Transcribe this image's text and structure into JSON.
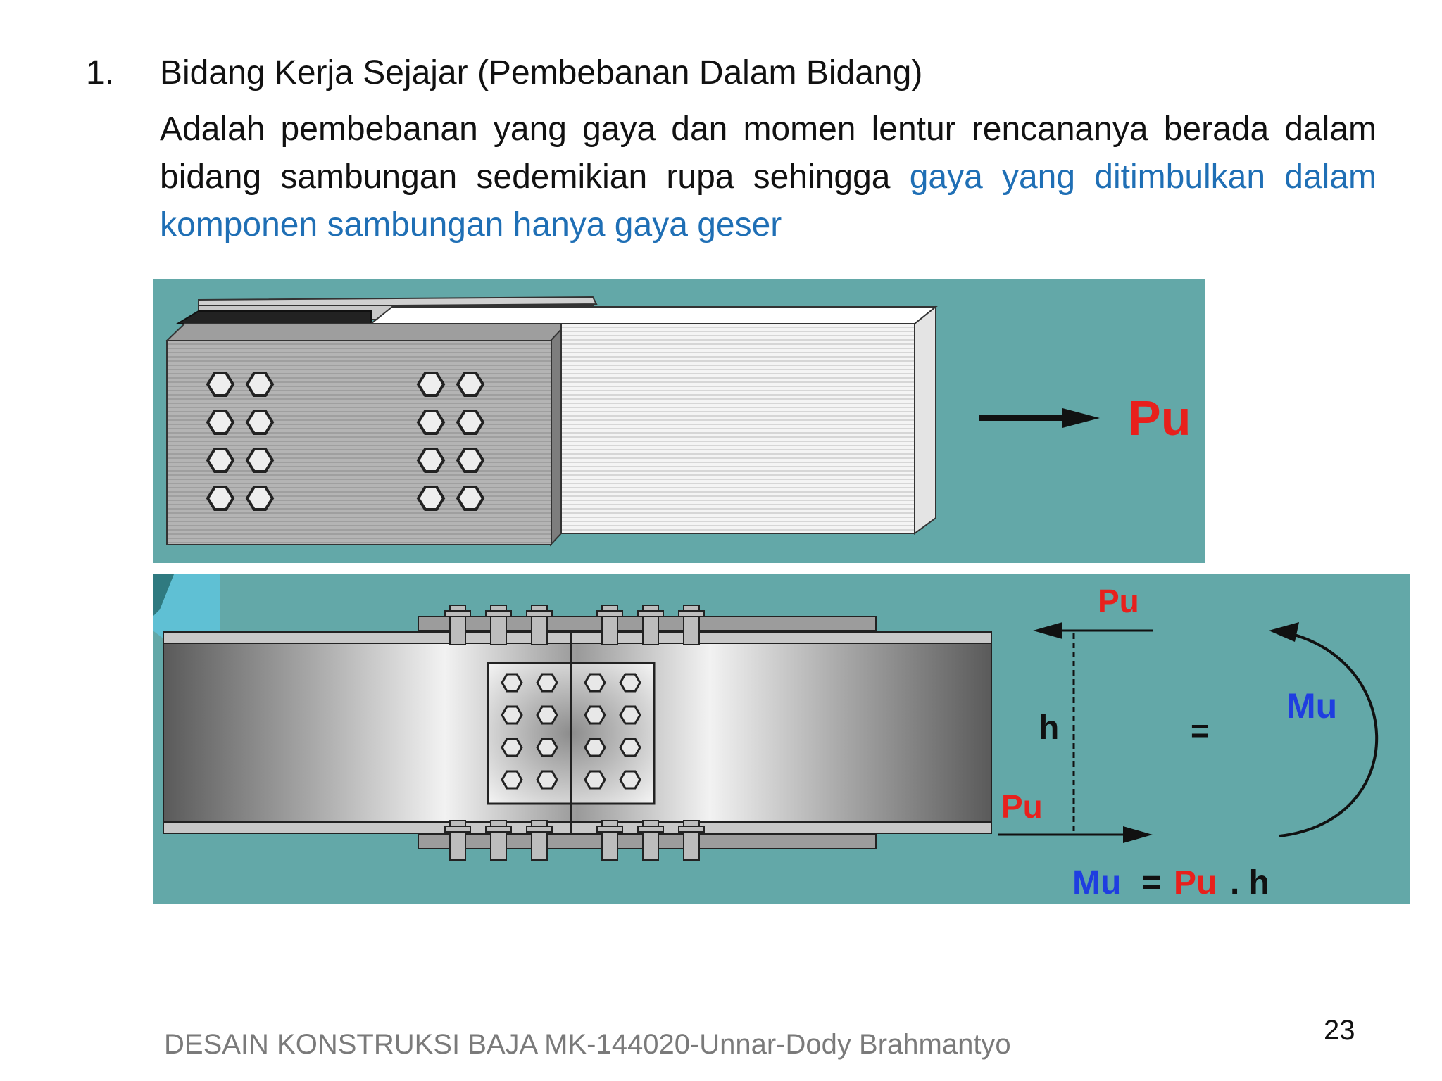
{
  "slide": {
    "item_number": "1.",
    "heading": "Bidang Kerja Sejajar (Pembebanan Dalam Bidang)",
    "paragraph_black": "Adalah pembebanan yang gaya dan momen lentur rencananya berada dalam bidang sambungan sedemikian rupa sehingga ",
    "paragraph_blue": "gaya yang ditimbulkan dalam komponen sambungan hanya gaya geser",
    "footer": "DESAIN  KONSTRUKSI  BAJA  MK-144020-Unnar-Dody Brahmantyo",
    "page_number": "23"
  },
  "figure_top": {
    "force_label": "Pu"
  },
  "figure_bottom": {
    "force_top_label": "Pu",
    "force_bottom_label": "Pu",
    "lever_label": "h",
    "equals": "=",
    "moment_label": "Mu",
    "formula_mu": "Mu",
    "formula_eq": "=",
    "formula_pu": "Pu",
    "formula_h": ". h"
  },
  "colors": {
    "panel_bg": "#63a8a8",
    "force_red": "#e8201c",
    "moment_blue": "#1f3ee0",
    "text_blue": "#1f6fb5"
  }
}
